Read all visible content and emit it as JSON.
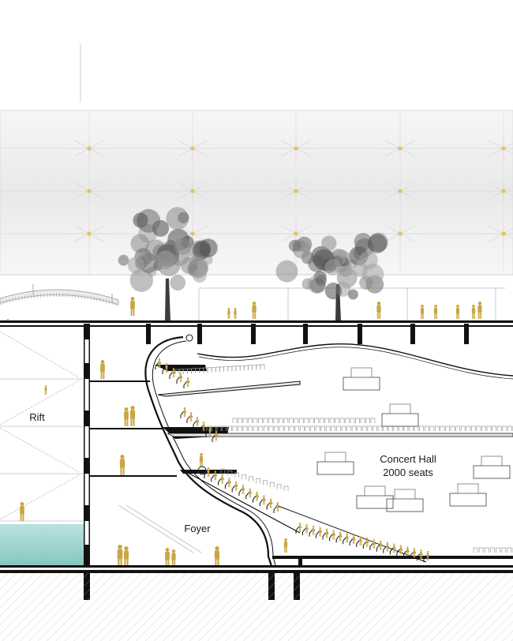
{
  "labels": {
    "rift": "Rift",
    "concert_hall_name": "Concert Hall",
    "concert_hall_seats": "2000 seats",
    "foyer": "Foyer"
  },
  "palette": {
    "figure": "#c9a646",
    "structure": "#111111",
    "water": "#9fd6d2",
    "canopy_light": "#f2f2f2",
    "canopy_node": "#e8c15a",
    "ground_hatch": "#9a9a9a"
  },
  "icons": [
    "tree",
    "person-figure",
    "wheelchair-user",
    "seat-row",
    "stage-platform",
    "canopy-node"
  ]
}
